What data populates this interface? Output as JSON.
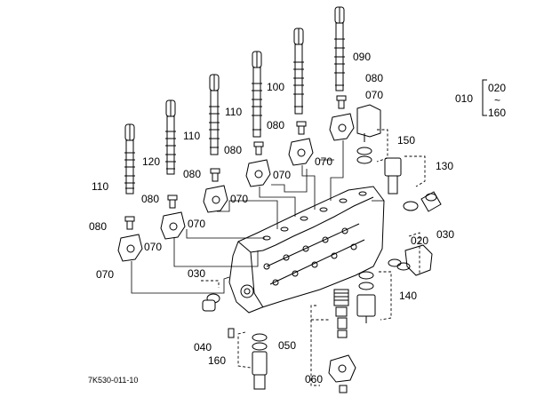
{
  "diagram": {
    "drawing_number": "7K530-011-10",
    "range_note": {
      "part": "010",
      "from": "020",
      "tilde": "~",
      "to": "160"
    },
    "callouts": {
      "c090": "090",
      "c080_top": "080",
      "c070_top": "070",
      "c100": "100",
      "c110_a": "110",
      "c080_b": "080",
      "c110_b": "110",
      "c080_c": "080",
      "c120": "120",
      "c080_d": "080",
      "c150": "150",
      "c070_b": "070",
      "c070_c": "070",
      "c130": "130",
      "c110_c": "110",
      "c080_e": "080",
      "c070_d": "070",
      "c030_r": "030",
      "c080_f": "080",
      "c070_e": "070",
      "c020": "020",
      "c070_f": "070",
      "c030_l": "030",
      "c140": "140",
      "c040": "040",
      "c050": "050",
      "c160": "160",
      "c060": "060"
    }
  }
}
